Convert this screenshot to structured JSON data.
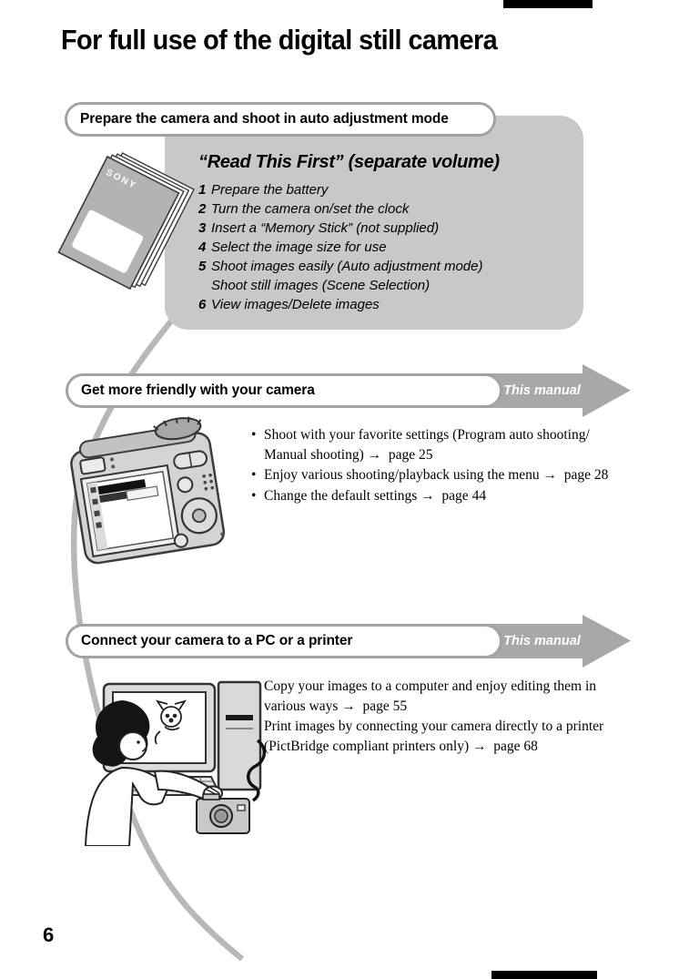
{
  "page": {
    "title": "For full use of the digital still camera",
    "number": "6"
  },
  "sections": [
    {
      "header": "Prepare the camera and shoot in auto adjustment mode",
      "box": {
        "title": "“Read This First” (separate volume)",
        "steps": [
          {
            "num": "1",
            "lines": [
              "Prepare the battery"
            ]
          },
          {
            "num": "2",
            "lines": [
              "Turn the camera on/set the clock"
            ]
          },
          {
            "num": "3",
            "lines": [
              "Insert a “Memory Stick” (not supplied)"
            ]
          },
          {
            "num": "4",
            "lines": [
              "Select the image size for use"
            ]
          },
          {
            "num": "5",
            "lines": [
              "Shoot images easily (Auto adjustment mode)",
              "Shoot still images (Scene Selection)"
            ]
          },
          {
            "num": "6",
            "lines": [
              "View images/Delete images"
            ]
          }
        ]
      },
      "booklet_brand": "SONY"
    },
    {
      "header": "Get more friendly with your camera",
      "tag": "This manual",
      "bullets": [
        {
          "lines": [
            "Shoot with your favorite settings (Program auto shooting/",
            "Manual shooting) →  page 25"
          ]
        },
        {
          "lines": [
            "Enjoy various shooting/playback using the menu →  page 28"
          ]
        },
        {
          "lines": [
            "Change the default settings →  page 44"
          ]
        }
      ]
    },
    {
      "header": "Connect your camera to a PC or a printer",
      "tag": "This manual",
      "bullets": [
        {
          "lines": [
            "Copy your images to a computer and enjoy editing them in",
            "various ways →  page 55"
          ]
        },
        {
          "lines": [
            "Print images by connecting your camera directly to a printer",
            "(PictBridge compliant printers only) →  page 68"
          ]
        }
      ]
    }
  ],
  "colors": {
    "box_gray": "#c8c8c8",
    "banner_gray": "#a8a8a8",
    "pill_border": "#a2a2a2",
    "curve_gray": "#b8b8b8"
  }
}
